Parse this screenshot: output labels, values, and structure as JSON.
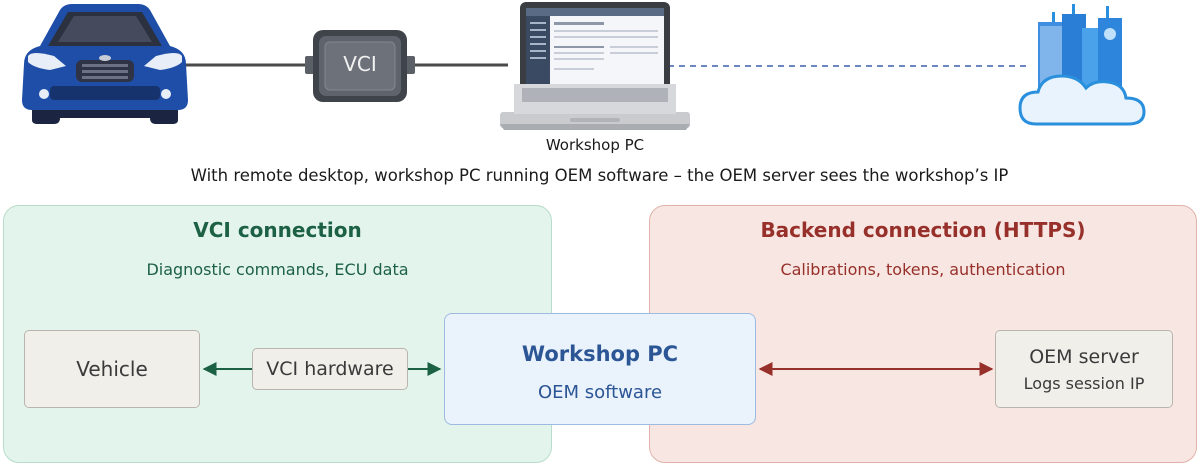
{
  "top": {
    "vci_device_label": "VCI",
    "laptop_label": "Workshop PC",
    "caption": "With remote desktop, workshop PC running OEM software – the OEM server sees the workshop’s IP"
  },
  "left_panel": {
    "title": "VCI connection",
    "subtitle": "Diagnostic commands, ECU data",
    "vehicle_label": "Vehicle",
    "vci_hardware_label": "VCI hardware"
  },
  "center": {
    "title": "Workshop PC",
    "subtitle": "OEM software"
  },
  "right_panel": {
    "title": "Backend connection (HTTPS)",
    "subtitle": "Calibrations, tokens, authentication",
    "server_title": "OEM server",
    "server_sub": "Logs session IP"
  },
  "colors": {
    "vci_green": "#1d6145",
    "backend_red": "#97302a",
    "workshop_blue": "#2b5595",
    "car_blue": "#1f4ea8",
    "cloud_blue": "#2a8fdc"
  },
  "icons": [
    "car-icon",
    "vci-device-icon",
    "laptop-icon",
    "cloud-server-icon"
  ]
}
